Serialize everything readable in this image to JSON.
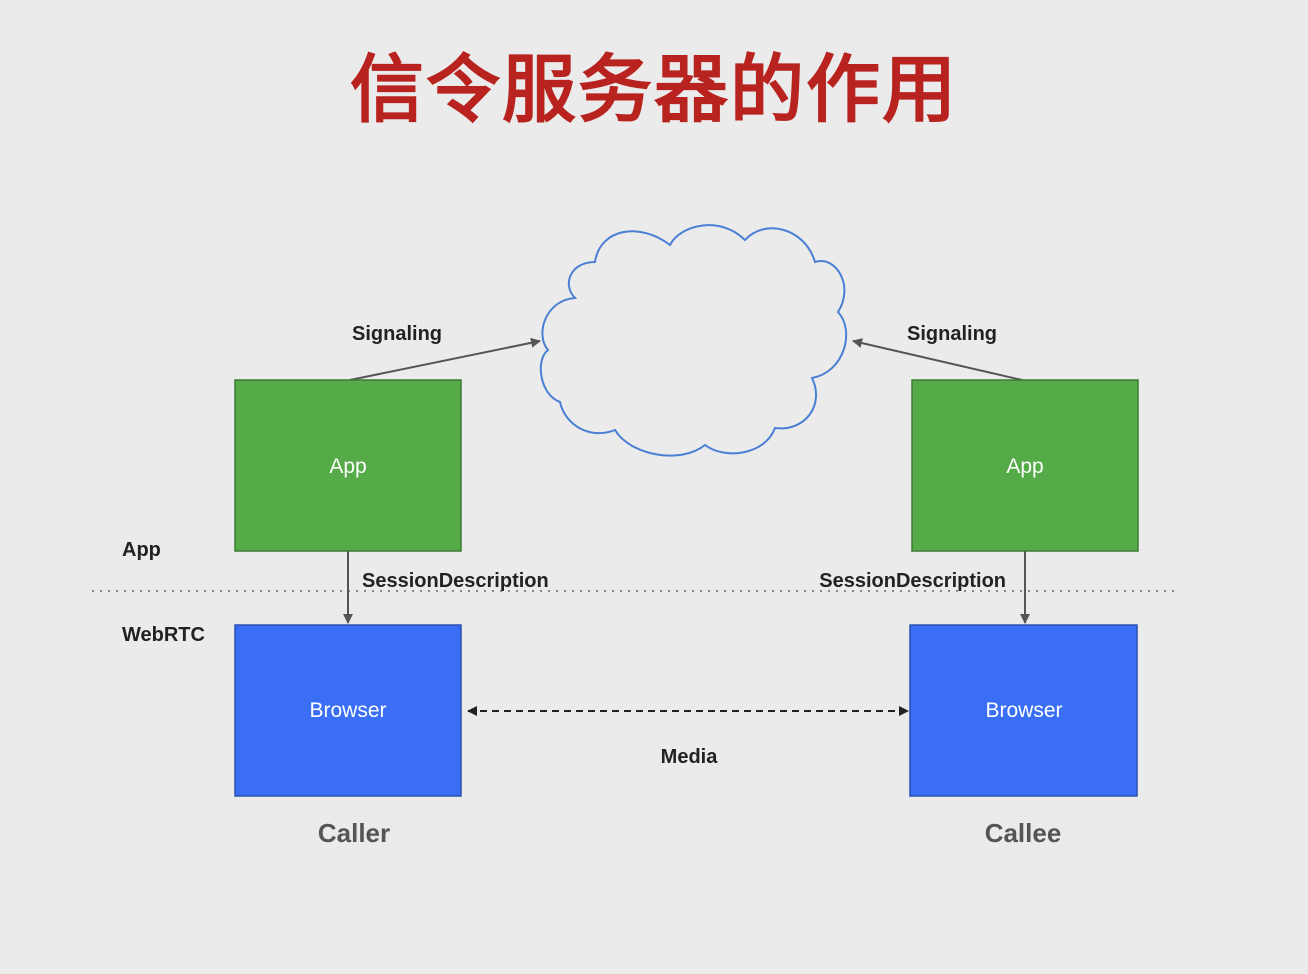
{
  "title": "信令服务器的作用",
  "diagram": {
    "signaling_left": "Signaling",
    "signaling_right": "Signaling",
    "caller_app_box": "App",
    "callee_app_box": "App",
    "caller_browser_box": "Browser",
    "callee_browser_box": "Browser",
    "layer_app": "App",
    "layer_webrtc": "WebRTC",
    "session_left": "SessionDescription",
    "session_right": "SessionDescription",
    "media": "Media",
    "caller": "Caller",
    "callee": "Callee"
  },
  "colors": {
    "title": "#b8231f",
    "app_box": "#55ab47",
    "browser_box": "#3a6ff5",
    "cloud_stroke": "#4a7fd4",
    "background": "#ebebeb"
  }
}
